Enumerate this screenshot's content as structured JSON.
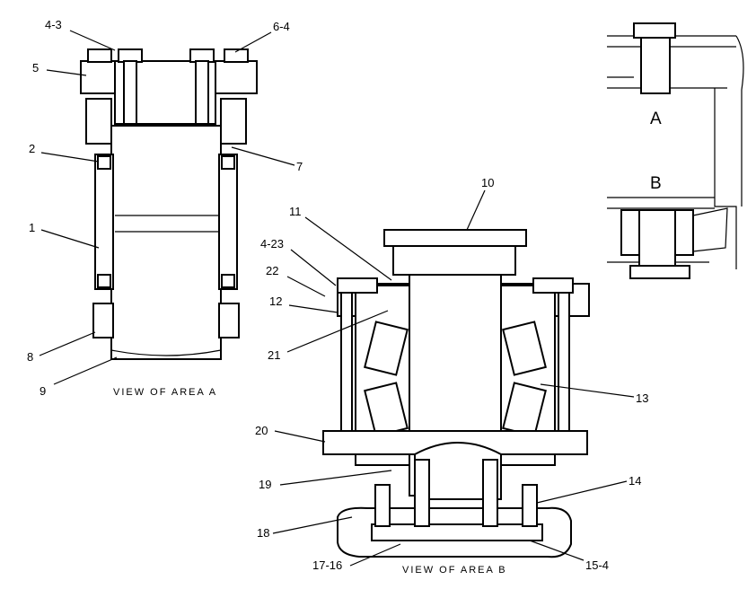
{
  "labels": {
    "l43": "4-3",
    "l64": "6-4",
    "l5": "5",
    "l2": "2",
    "l7": "7",
    "l1": "1",
    "l8": "8",
    "l9": "9",
    "l10": "10",
    "l11": "11",
    "l423": "4-23",
    "l22": "22",
    "l12": "12",
    "l21": "21",
    "l13": "13",
    "l20": "20",
    "l19": "19",
    "l14": "14",
    "l18": "18",
    "l1716": "17-16",
    "l154": "15-4"
  },
  "captions": {
    "view_a": "VIEW OF AREA A",
    "view_b": "VIEW OF AREA B"
  },
  "key_letters": {
    "a": "A",
    "b": "B"
  }
}
